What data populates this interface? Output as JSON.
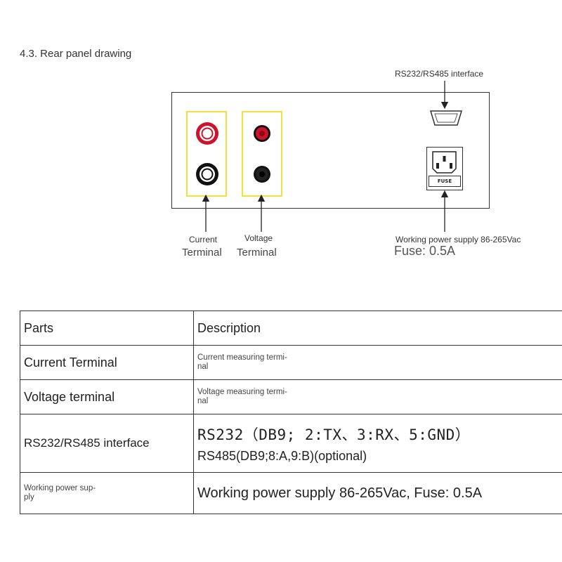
{
  "heading": "4.3. Rear panel drawing",
  "callouts": {
    "rs_interface": "RS232/RS485 interface",
    "current_line1": "Current",
    "current_line2": "Terminal",
    "voltage_line1": "Voltage",
    "voltage_line2": "Terminal",
    "power_supply": "Working power supply 86-265Vac",
    "fuse": "Fuse: 0.5A",
    "fuse_tag": "FUSE"
  },
  "colors": {
    "terminal_box_border": "#f3e03a",
    "red_terminal": "#d0112b",
    "black_terminal": "#111111"
  },
  "table": {
    "headers": [
      "Parts",
      "Description"
    ],
    "rows": [
      {
        "part": "Current Terminal",
        "desc_line1": "Current measuring termi-",
        "desc_line2": "nal"
      },
      {
        "part": "Voltage terminal",
        "desc_line1": "Voltage measuring termi-",
        "desc_line2": "nal"
      },
      {
        "part": "RS232/RS485 interface",
        "desc_line1": "RS232（DB9; 2:TX、3:RX、5:GND）",
        "desc_line2": "RS485(DB9;8:A,9:B)(optional)"
      },
      {
        "part_line1": "Working power sup-",
        "part_line2": "ply",
        "desc": "Working power supply 86-265Vac, Fuse: 0.5A"
      }
    ]
  }
}
